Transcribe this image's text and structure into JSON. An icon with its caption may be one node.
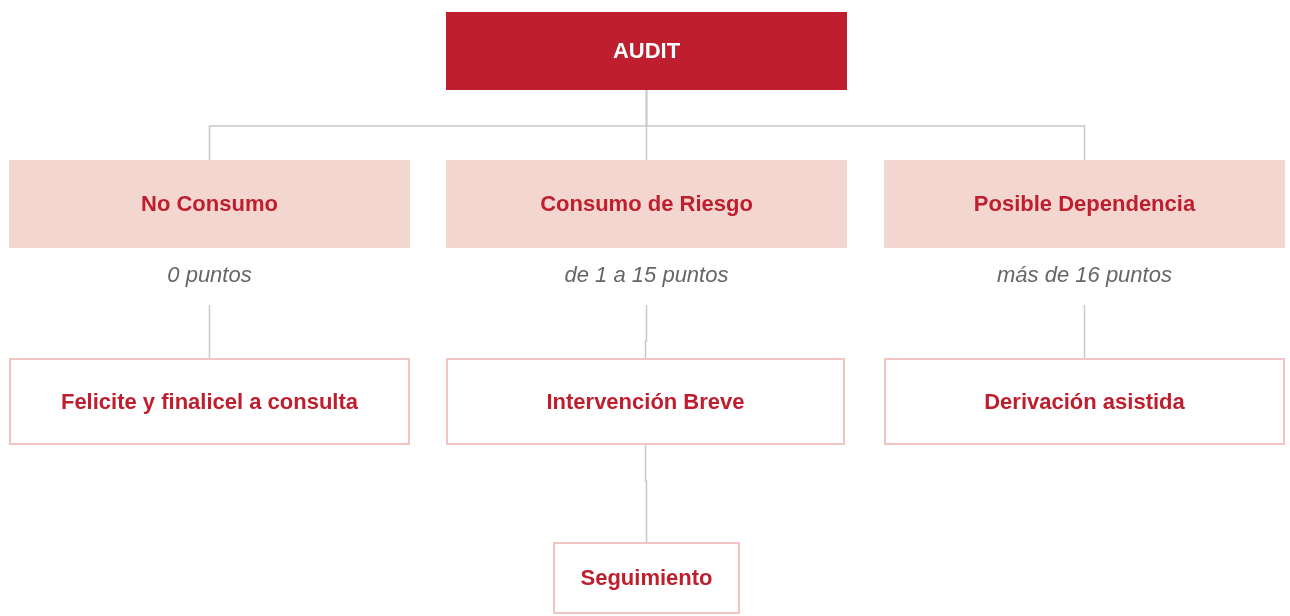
{
  "diagram": {
    "nodes": [
      {
        "text": [
          "AUDIT"
        ]
      },
      {
        "text": [
          "No Consumo"
        ],
        "beside": [
          "0 puntos"
        ]
      },
      {
        "text": [
          "Consumo de Riesgo"
        ],
        "beside": [
          "de 1 a 15 puntos"
        ]
      },
      {
        "text": [
          "Posible Dependencia"
        ],
        "beside": [
          "más de 16 puntos"
        ]
      },
      {
        "text": [
          "Felicite y finalicel a consulta"
        ]
      },
      {
        "text": [
          "Intervención Breve"
        ]
      },
      {
        "text": [
          "Derivación asistida"
        ]
      },
      {
        "text": [
          "Seguimiento"
        ]
      }
    ],
    "edges": [
      {
        "from": 0,
        "to": 1,
        "arrow": "none"
      },
      {
        "from": 0,
        "to": 2,
        "arrow": "none"
      },
      {
        "from": 0,
        "to": 3,
        "arrow": "none"
      },
      {
        "from": 1,
        "to": 4,
        "arrow": "none"
      },
      {
        "from": 2,
        "to": 5,
        "arrow": "none"
      },
      {
        "from": 3,
        "to": 6,
        "arrow": "none"
      },
      {
        "from": 5,
        "to": 7,
        "arrow": "none"
      }
    ]
  }
}
